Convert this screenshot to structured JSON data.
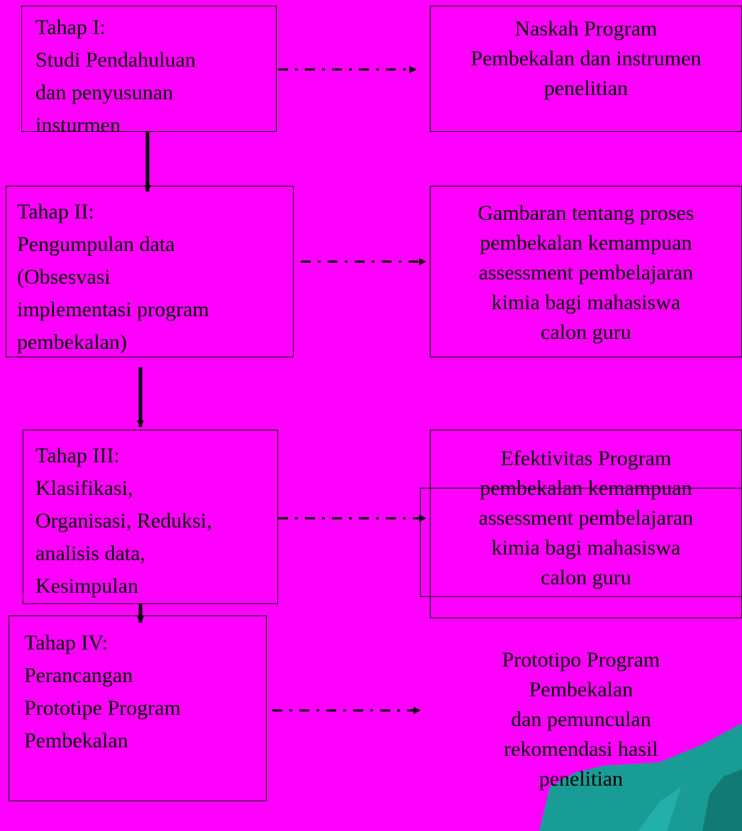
{
  "stages": [
    {
      "lines": [
        "Tahap I:",
        "Studi Pendahuluan",
        "dan penyusunan",
        "insturmen"
      ]
    },
    {
      "lines": [
        "Tahap II:",
        "Pengumpulan data",
        "(Obsesvasi",
        "implementasi program",
        "pembekalan)"
      ]
    },
    {
      "lines": [
        "Tahap III:",
        "Klasifikasi,",
        "Organisasi, Reduksi,",
        "analisis data,",
        "Kesimpulan"
      ]
    },
    {
      "lines": [
        "Tahap IV:",
        "Perancangan",
        "Prototipe Program",
        "Pembekalan"
      ]
    }
  ],
  "outputs": [
    {
      "lines": [
        "Naskah Program",
        "Pembekalan dan instrumen",
        "penelitian"
      ]
    },
    {
      "lines": [
        "Gambaran tentang proses",
        "pembekalan kemampuan",
        "assessment pembelajaran",
        "kimia bagi mahasiswa",
        "calon guru"
      ]
    },
    {
      "lines": [
        "Efektivitas Program",
        "pembekalan  kemampuan",
        "assessment pembelajaran",
        "kimia bagi mahasiswa",
        "calon guru"
      ]
    },
    {
      "lines": [
        "Prototipo Program",
        "Pembekalan",
        "dan pemunculan",
        "rekomendasi hasil",
        "penelitian"
      ]
    }
  ],
  "colors": {
    "background": "#ff00ff",
    "decoration": "#1a9c96"
  }
}
